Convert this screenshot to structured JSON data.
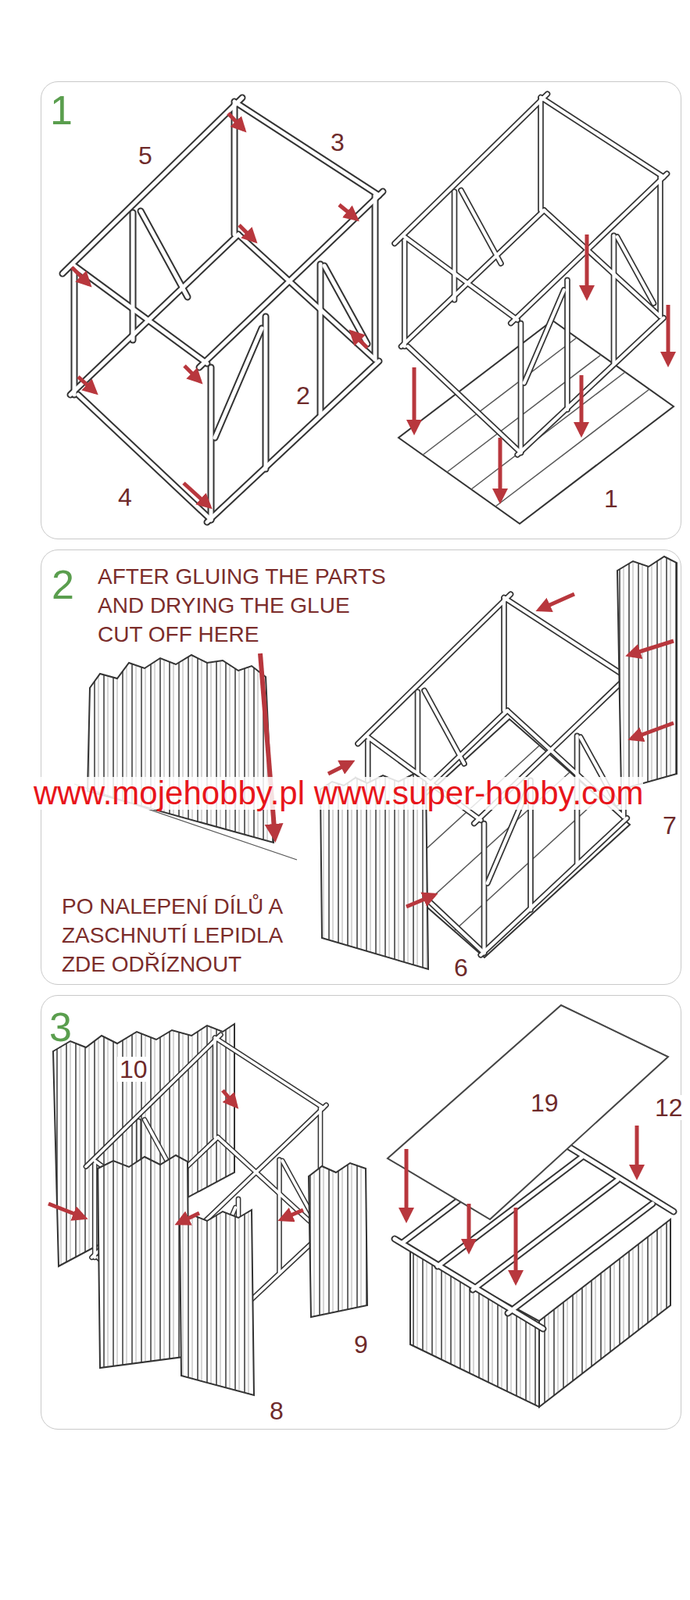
{
  "diagram": {
    "nodes": [
      {
        "text": [
          "1"
        ]
      },
      {
        "text": [
          "2",
          "AFTER GLUING THE PARTS AND DRYING THE GLUE CUT OFF HERE",
          "PO NALEPENÍ DÍLŮ A ZASCHNUTÍ LEPIDLA ZDE ODŘÍZNOUT"
        ]
      },
      {
        "text": [
          "3"
        ]
      }
    ],
    "labels": [
      "5",
      "3",
      "2",
      "4",
      "1",
      "www.mojehobby.pl www.super-hobby.com",
      "7",
      "6",
      "10",
      "19",
      "12",
      "9",
      "8"
    ]
  }
}
